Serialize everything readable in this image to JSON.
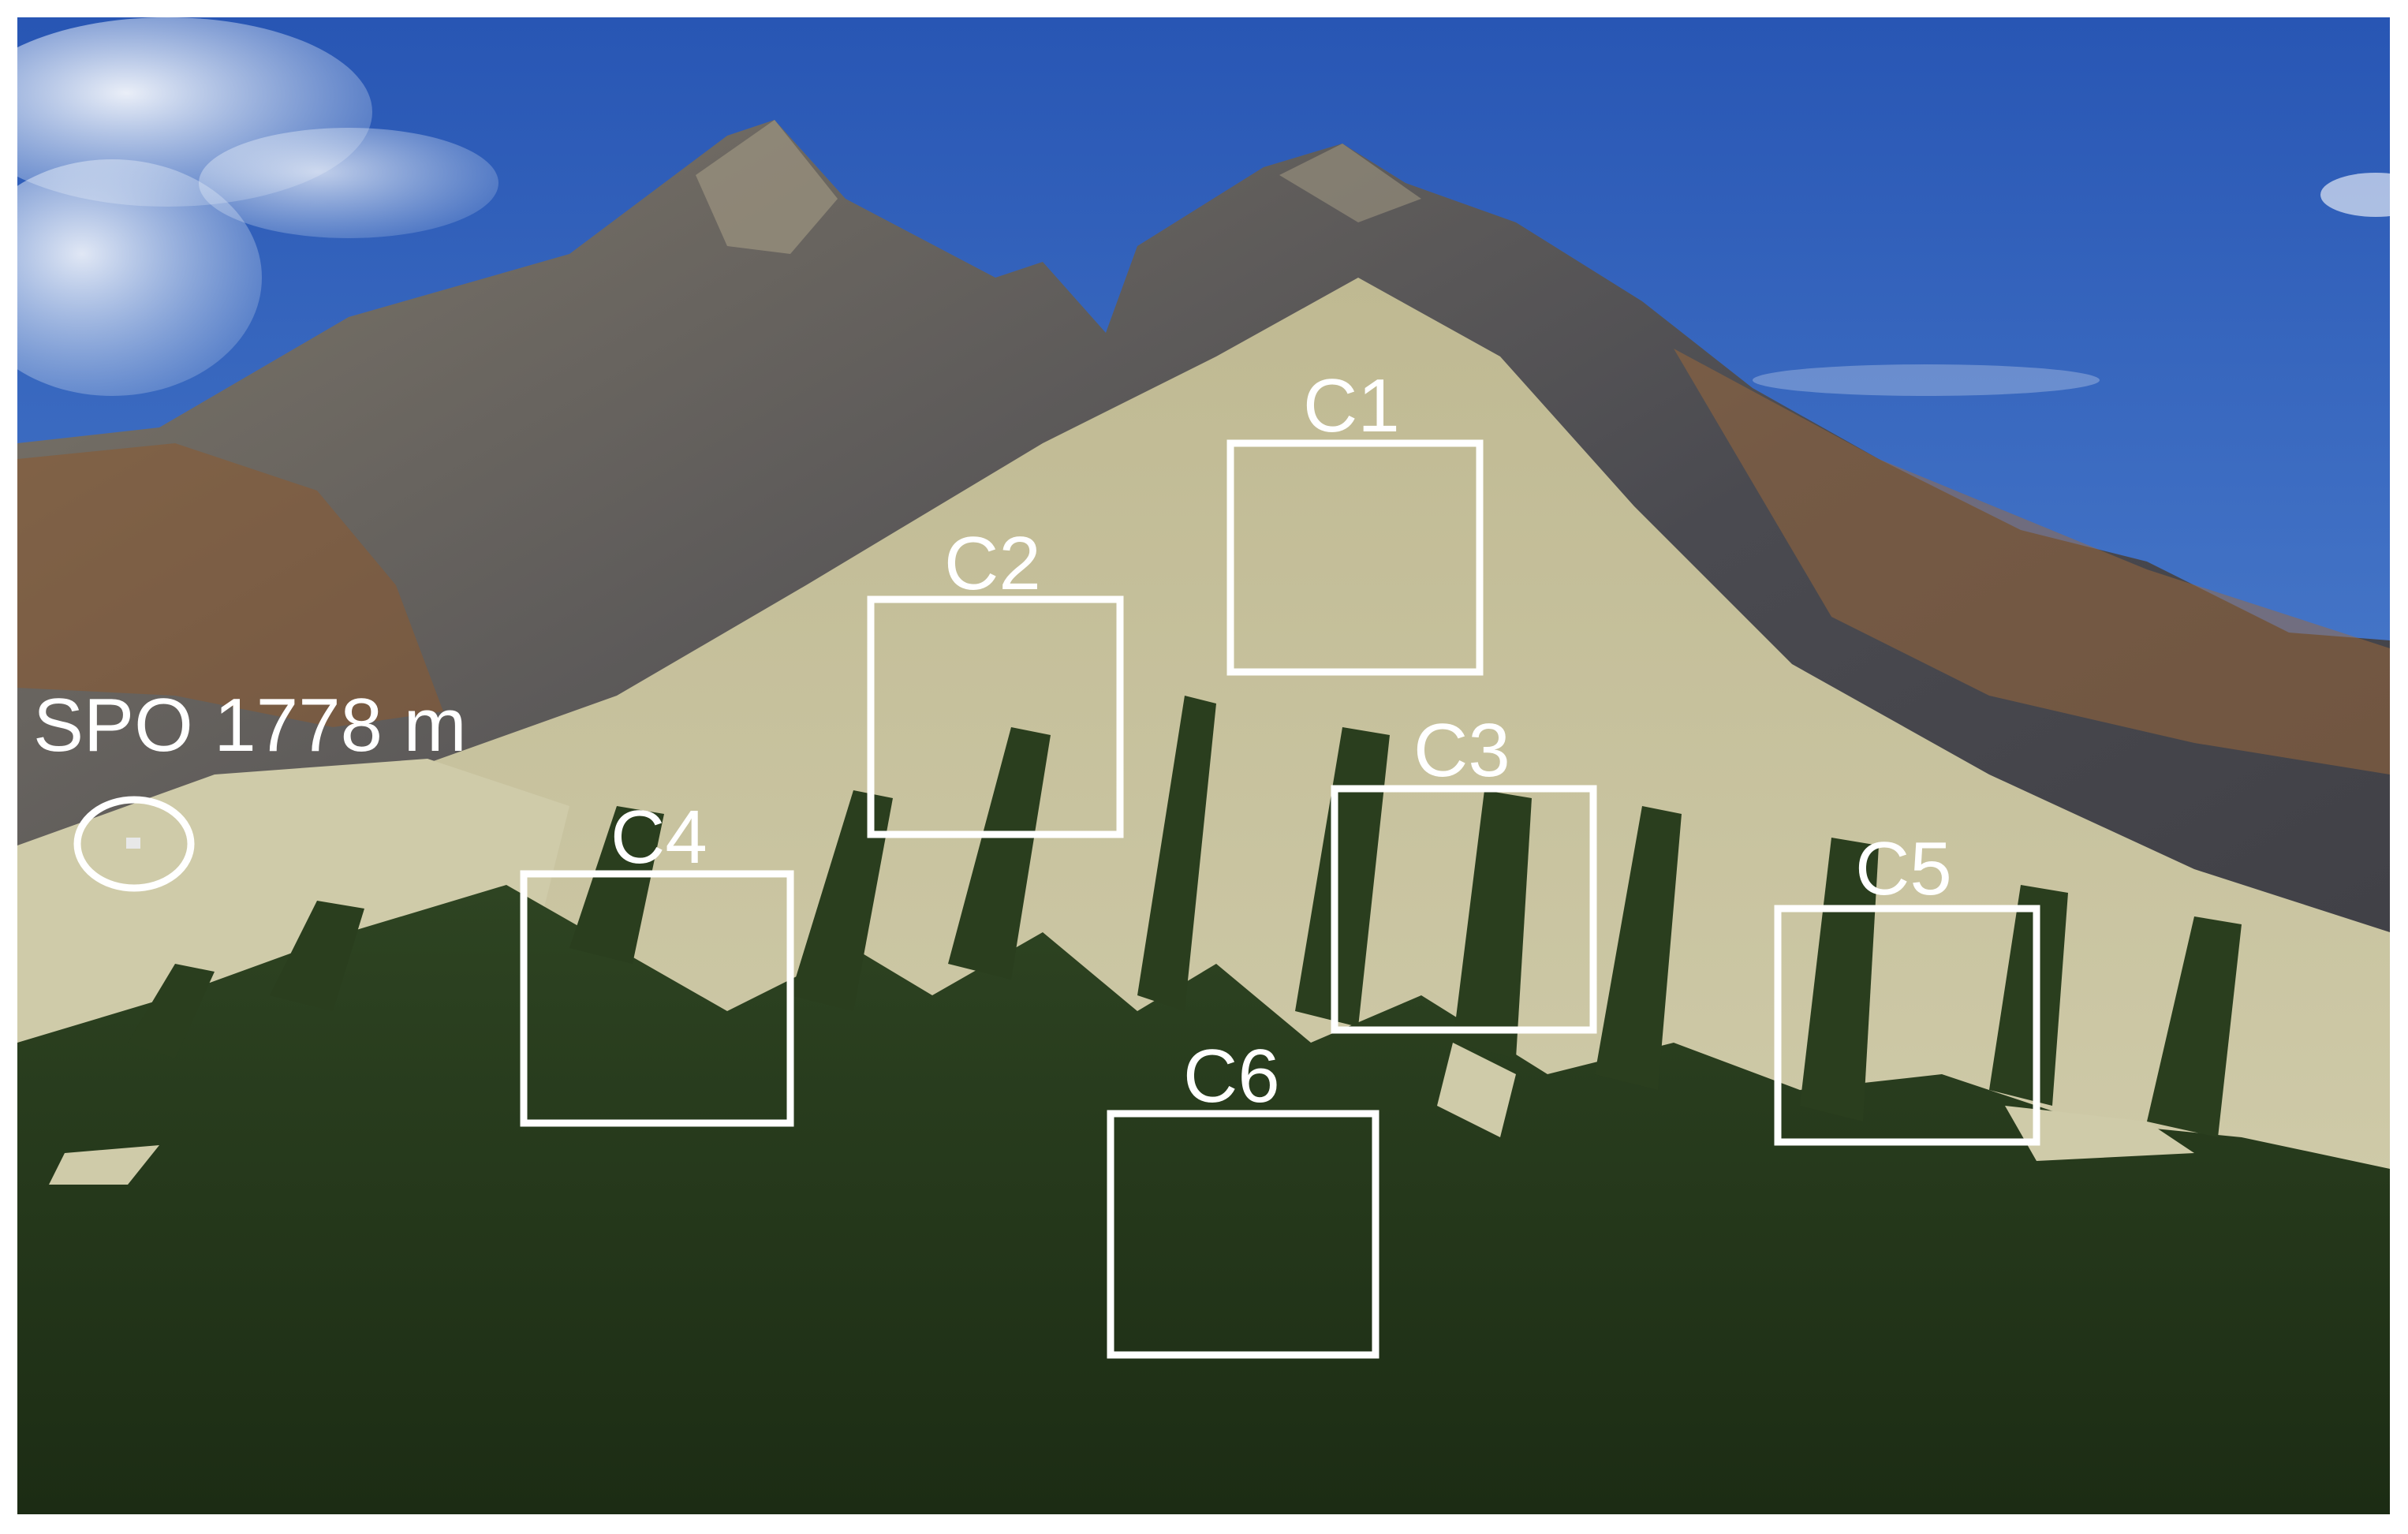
{
  "figure": {
    "station": {
      "label": "SPO 1778 m"
    },
    "plots": [
      {
        "id": "C1"
      },
      {
        "id": "C2"
      },
      {
        "id": "C3"
      },
      {
        "id": "C4"
      },
      {
        "id": "C5"
      },
      {
        "id": "C6"
      }
    ]
  },
  "colors": {
    "sky_top": "#2a5cb8",
    "sky_bottom": "#5a8fdc",
    "rock_dark": "#4a4a50",
    "rock_light": "#8a8478",
    "scree": "#cdc9a8",
    "vegetation": "#24361a",
    "autumn_brown": "#a06a3a",
    "annotation": "#ffffff"
  }
}
